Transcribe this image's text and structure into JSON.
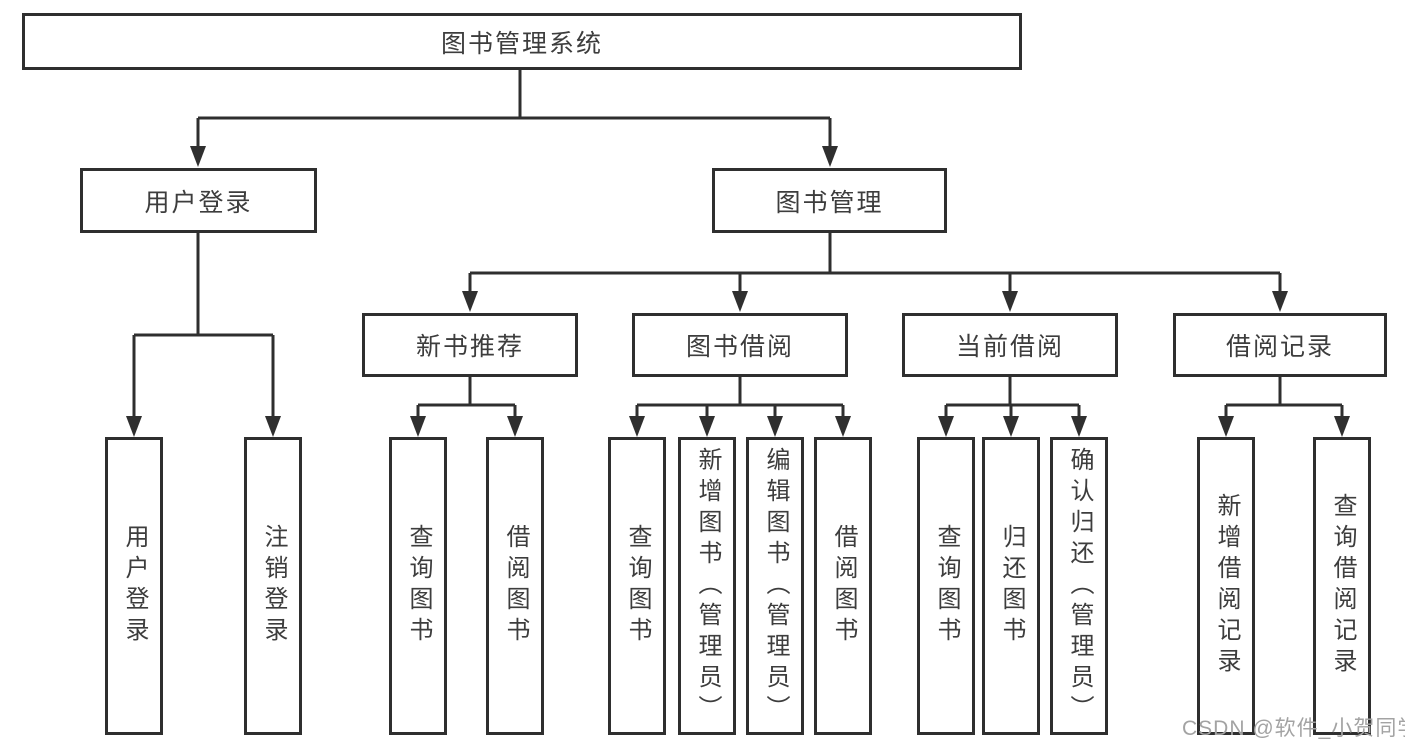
{
  "tree": {
    "label": "图书管理系统",
    "children": [
      {
        "label": "用户登录",
        "children": [
          {
            "label": "用户登录"
          },
          {
            "label": "注销登录"
          }
        ]
      },
      {
        "label": "图书管理",
        "children": [
          {
            "label": "新书推荐",
            "children": [
              {
                "label": "查询图书"
              },
              {
                "label": "借阅图书"
              }
            ]
          },
          {
            "label": "图书借阅",
            "children": [
              {
                "label": "查询图书"
              },
              {
                "label": "新增图书（管理员）"
              },
              {
                "label": "编辑图书（管理员）"
              },
              {
                "label": "借阅图书"
              }
            ]
          },
          {
            "label": "当前借阅",
            "children": [
              {
                "label": "查询图书"
              },
              {
                "label": "归还图书"
              },
              {
                "label": "确认归还（管理员）"
              }
            ]
          },
          {
            "label": "借阅记录",
            "children": [
              {
                "label": "新增借阅记录"
              },
              {
                "label": "查询借阅记录"
              }
            ]
          }
        ]
      }
    ]
  },
  "watermark": "CSDN @软件_小贺同学",
  "colors": {
    "line": "#2f2f2f",
    "text": "#3d3d3d",
    "background": "#ffffff",
    "watermark": "#a3a3a3"
  }
}
